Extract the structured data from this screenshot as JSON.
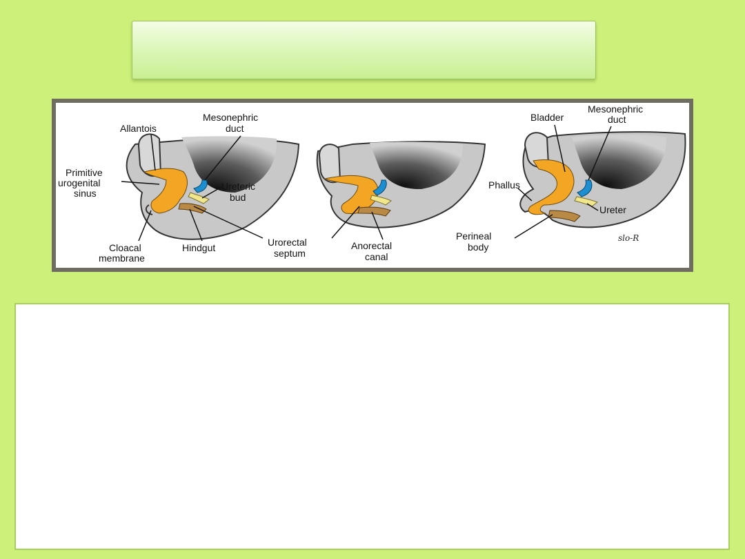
{
  "slide": {
    "title": "",
    "body_text": ""
  },
  "figure": {
    "panel1": {
      "allantois": "Allantois",
      "mesonephric_1": "Mesonephric",
      "mesonephric_2": "duct",
      "primitive_1": "Primitive",
      "primitive_2": "urogenital",
      "primitive_3": "sinus",
      "ureteric_1": "Ureteric",
      "ureteric_2": "bud",
      "cloacal_1": "Cloacal",
      "cloacal_2": "membrane",
      "hindgut": "Hindgut"
    },
    "panel2": {
      "urorectal_1": "Urorectal",
      "urorectal_2": "septum",
      "anorectal_1": "Anorectal",
      "anorectal_2": "canal"
    },
    "panel3": {
      "mesonephric_1": "Mesonephric",
      "mesonephric_2": "duct",
      "bladder": "Bladder",
      "phallus": "Phallus",
      "ureter": "Ureter",
      "perineal_1": "Perineal",
      "perineal_2": "body"
    },
    "signature": "slo-R",
    "colors": {
      "gray_tissue": "#c8c8c8",
      "dark_shade": "#1a1a1a",
      "orange": "#f2a623",
      "blue": "#1d8fd0",
      "yellow": "#f0e68c",
      "brown": "#b88a45"
    }
  }
}
